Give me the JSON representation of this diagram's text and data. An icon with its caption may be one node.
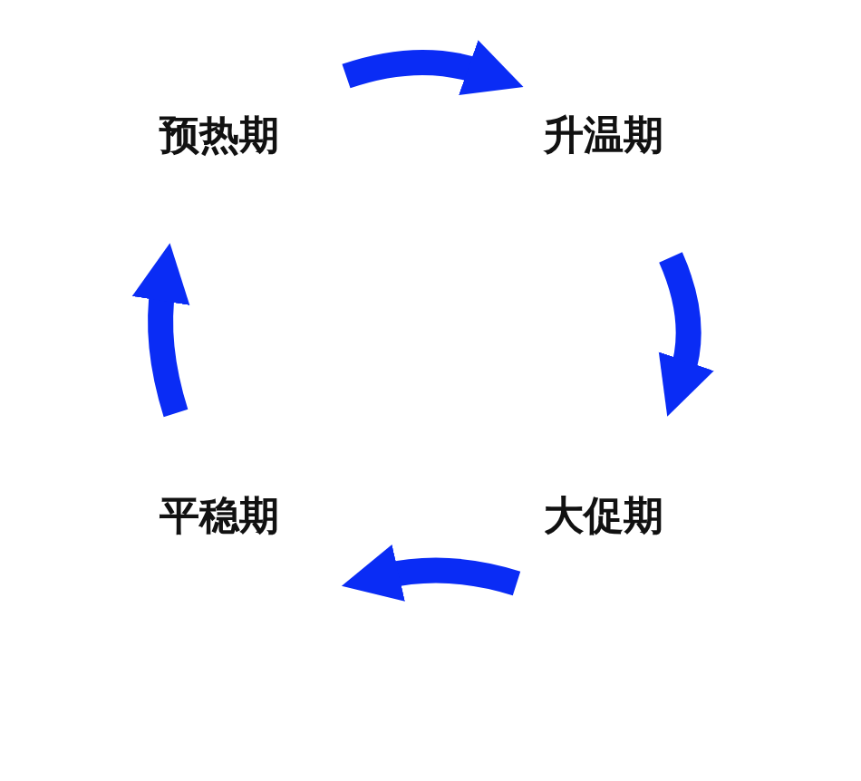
{
  "diagram": {
    "nodes": [
      {
        "text": [
          "预热期"
        ]
      },
      {
        "text": [
          "升温期"
        ]
      },
      {
        "text": [
          "大促期"
        ]
      },
      {
        "text": [
          "平稳期"
        ]
      }
    ],
    "edges": [
      {
        "from": 0,
        "to": 1,
        "arrow": "to"
      },
      {
        "from": 1,
        "to": 2,
        "arrow": "to"
      },
      {
        "from": 2,
        "to": 3,
        "arrow": "to"
      },
      {
        "from": 3,
        "to": 0,
        "arrow": "to"
      }
    ]
  }
}
